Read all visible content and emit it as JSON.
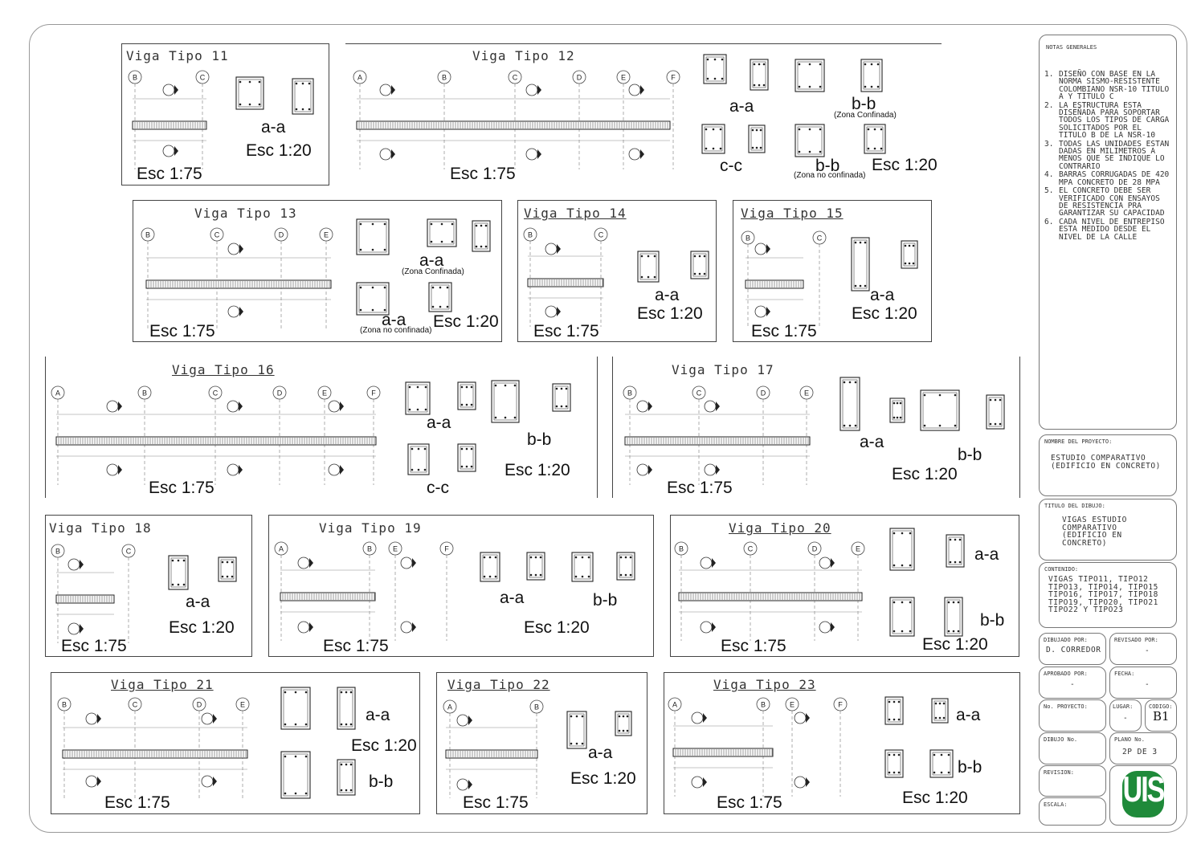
{
  "panels": [
    {
      "id": "p11",
      "title": "Viga Tipo 11",
      "axes": [
        "B",
        "C"
      ],
      "scales": [
        {
          "t": "a-a",
          "k": "sec"
        },
        {
          "t": "Esc 1:20",
          "k": "sec"
        },
        {
          "t": "Esc 1:75",
          "k": "elev"
        }
      ]
    },
    {
      "id": "p12",
      "title": "Viga Tipo 12",
      "axes": [
        "A",
        "B",
        "C",
        "D",
        "E",
        "F"
      ],
      "scales": [
        {
          "t": "a-a"
        },
        {
          "t": "b-b"
        },
        {
          "t": "(Zona Confinada)"
        },
        {
          "t": "c-c"
        },
        {
          "t": "b-b"
        },
        {
          "t": "(Zona no confinada)"
        },
        {
          "t": "Esc 1:20"
        },
        {
          "t": "Esc 1:75"
        }
      ]
    },
    {
      "id": "p13",
      "title": "Viga Tipo 13",
      "axes": [
        "B",
        "C",
        "D",
        "E"
      ],
      "scales": [
        {
          "t": "a-a"
        },
        {
          "t": "(Zona Confinada)"
        },
        {
          "t": "a-a"
        },
        {
          "t": "(Zona no confinada)"
        },
        {
          "t": "Esc 1:20"
        },
        {
          "t": "Esc 1:75"
        }
      ]
    },
    {
      "id": "p14",
      "title": "Viga Tipo 14",
      "axes": [
        "B",
        "C"
      ],
      "scales": [
        {
          "t": "a-a"
        },
        {
          "t": "Esc 1:20"
        },
        {
          "t": "Esc 1:75"
        }
      ]
    },
    {
      "id": "p15",
      "title": "Viga Tipo 15",
      "axes": [
        "B",
        "C"
      ],
      "scales": [
        {
          "t": "a-a"
        },
        {
          "t": "Esc 1:20"
        },
        {
          "t": "Esc 1:75"
        }
      ]
    },
    {
      "id": "p16",
      "title": "Viga Tipo 16",
      "axes": [
        "A",
        "B",
        "C",
        "D",
        "E",
        "F"
      ],
      "scales": [
        {
          "t": "a-a"
        },
        {
          "t": "b-b"
        },
        {
          "t": "c-c"
        },
        {
          "t": "Esc 1:20"
        },
        {
          "t": "Esc 1:75"
        }
      ]
    },
    {
      "id": "p17",
      "title": "Viga Tipo 17",
      "axes": [
        "B",
        "C",
        "D",
        "E"
      ],
      "scales": [
        {
          "t": "a-a"
        },
        {
          "t": "b-b"
        },
        {
          "t": "Esc 1:20"
        },
        {
          "t": "Esc 1:75"
        }
      ]
    },
    {
      "id": "p18",
      "title": "Viga Tipo 18",
      "axes": [
        "B",
        "C"
      ],
      "scales": [
        {
          "t": "a-a"
        },
        {
          "t": "Esc 1:20"
        },
        {
          "t": "Esc 1:75"
        }
      ]
    },
    {
      "id": "p19",
      "title": "Viga Tipo 19",
      "axes": [
        "A",
        "B",
        "E",
        "F"
      ],
      "scales": [
        {
          "t": "a-a"
        },
        {
          "t": "b-b"
        },
        {
          "t": "Esc 1:20"
        },
        {
          "t": "Esc 1:75"
        }
      ]
    },
    {
      "id": "p20",
      "title": "Viga Tipo 20",
      "axes": [
        "B",
        "C",
        "D",
        "E"
      ],
      "scales": [
        {
          "t": "a-a"
        },
        {
          "t": "b-b"
        },
        {
          "t": "Esc 1:20"
        },
        {
          "t": "Esc 1:75"
        }
      ]
    },
    {
      "id": "p21",
      "title": "Viga Tipo 21",
      "axes": [
        "B",
        "C",
        "D",
        "E"
      ],
      "scales": [
        {
          "t": "a-a"
        },
        {
          "t": "Esc 1:20"
        },
        {
          "t": "b-b"
        },
        {
          "t": "Esc 1:75"
        }
      ]
    },
    {
      "id": "p22",
      "title": "Viga Tipo 22",
      "axes": [
        "A",
        "B"
      ],
      "scales": [
        {
          "t": "a-a"
        },
        {
          "t": "Esc 1:20"
        },
        {
          "t": "Esc 1:75"
        }
      ]
    },
    {
      "id": "p23",
      "title": "Viga Tipo 23",
      "axes": [
        "A",
        "B",
        "E",
        "F"
      ],
      "scales": [
        {
          "t": "a-a"
        },
        {
          "t": "b-b"
        },
        {
          "t": "Esc 1:20"
        },
        {
          "t": "Esc 1:75"
        }
      ]
    }
  ],
  "titleblock": {
    "notes_header": "NOTAS GENERALES",
    "notes": [
      {
        "n": "1.",
        "t": "DISEÑO CON BASE EN LA NORMA SISMO-RESISTENTE COLOMBIANO NSR-10 TITULO A Y TITULO C"
      },
      {
        "n": "2.",
        "t": "LA ESTRUCTURA ESTA DISEÑADA PARA SOPORTAR TODOS LOS TIPOS DE CARGA SOLICITADOS POR EL TITULO B DE LA NSR-10"
      },
      {
        "n": "3.",
        "t": "TODAS LAS UNIDADES ESTAN DADAS EN MILIMETROS A MENOS QUE SE INDIQUE LO CONTRARIO"
      },
      {
        "n": "4.",
        "t": "BARRAS CORRUGADAS DE 420 MPA CONCRETO DE 28 MPA"
      },
      {
        "n": "5.",
        "t": "EL CONCRETO DEBE SER VERIFICADO CON ENSAYOS DE RESISTENCIA PRA GARANTIZAR SU CAPACIDAD"
      },
      {
        "n": "6.",
        "t": "CADA NIVEL DE ENTREPISO ESTA MEDIDO DESDE EL NIVEL DE LA CALLE"
      }
    ],
    "project_header": "NOMBRE DEL PROYECTO:",
    "project": "ESTUDIO COMPARATIVO (EDIFICIO EN CONCRETO)",
    "drawing_header": "TITULO DEL DIBUJO:",
    "drawing": "VIGAS ESTUDIO COMPARATIVO (EDIFICIO EN CONCRETO)",
    "content_header": "CONTENIDO:",
    "content": "VIGAS TIPO11, TIPO12 TIPO13, TIPO14, TIPO15 TIPO16, TIPO17, TIPO18 TIPO19, TIPO20, TIPO21 TIPO22 Y TIPO23",
    "drawn_header": "DIBUJADO POR:",
    "drawn": "D. CORREDOR",
    "reviewed_header": "REVISADO POR:",
    "reviewed": "-",
    "approved_header": "APROBADO POR:",
    "approved": "-",
    "date_header": "FECHA:",
    "date": "-",
    "projno_header": "No. PROYECTO:",
    "projno": "",
    "place_header": "LUGAR:",
    "place": "-",
    "code_header": "CODIGO:",
    "code": "B1",
    "drawno_header": "DIBUJO No.",
    "plano_header": "PLANO No.",
    "plano": "2P DE 3",
    "revision_header": "REVISION:",
    "scale_header": "ESCALA:",
    "logo": "UIS",
    "logo_color": "#1f8a3a"
  }
}
